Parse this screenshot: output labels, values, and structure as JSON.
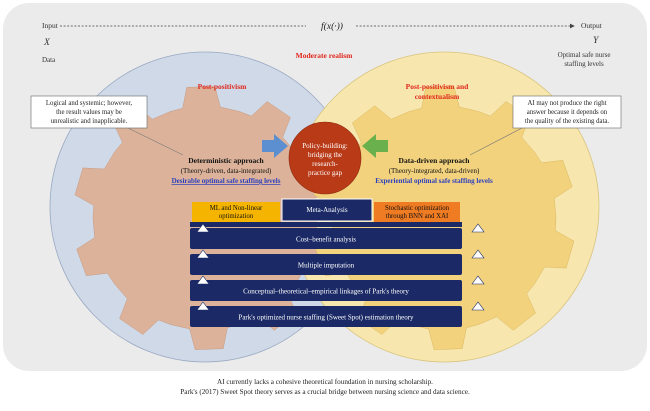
{
  "flow": {
    "input_label": "Input",
    "input_symbol": "X",
    "input_desc": "Data",
    "function_label": "f(x(·))",
    "output_label": "Output",
    "output_symbol": "Y",
    "output_desc_line1": "Optimal safe nurse",
    "output_desc_line2": "staffing levels"
  },
  "center_title": "Moderate realism",
  "left": {
    "paradigm": "Post-positivism",
    "note_line1": "Logical and systemic; however,",
    "note_line2": "the result values may be",
    "note_line3": "unrealistic and inapplicable.",
    "approach_title": "Deterministic approach",
    "approach_sub": "(Theory-driven, data-integrated)",
    "approach_levels": "Desirable optimal safe staffing levels"
  },
  "right": {
    "paradigm_line1": "Post-positivism and",
    "paradigm_line2": "contextualism",
    "note_line1": "AI may not produce the right",
    "note_line2": "answer because it depends on",
    "note_line3": "the quality of the existing data.",
    "approach_title": "Data-driven approach",
    "approach_sub": "(Theory-integrated, data-driven)",
    "approach_levels": "Experiential optimal safe staffing levels"
  },
  "policy": {
    "line1": "Policy-building:",
    "line2": "bridging the",
    "line3": "research-",
    "line4": "practice gap"
  },
  "methods": {
    "ml_line1": "ML and Non-linear",
    "ml_line2": "optimization",
    "meta": "Meta-Analysis",
    "stoch_line1": "Stochastic optimization",
    "stoch_line2": "through BNN and XAI"
  },
  "bars": [
    "Cost–benefit analysis",
    "Multiple imputation",
    "Conceptual–theoretical–empirical linkages of Park's theory",
    "Park's optimized nurse staffing (Sweet Spot) estimation theory"
  ],
  "footer": {
    "line1": "AI currently lacks a cohesive theoretical foundation in nursing scholarship.",
    "line2": "Park's (2017) Sweet Spot theory serves as a crucial bridge between nursing science and data science."
  },
  "colors": {
    "background_panel": "#ebebeb",
    "left_circle": "#cfd9e8",
    "right_circle": "#f7e7ae",
    "left_gear": "#dcb39a",
    "right_gear": "#f2d27d",
    "policy_circle": "#b83a17",
    "navy_bar": "#1b2a66",
    "ml_box": "#f5b400",
    "stoch_box": "#ef7b22",
    "blue_arrow": "#5b8fd0",
    "green_arrow": "#6ab04c",
    "red_title": "#e0261c",
    "blue_link": "#2b3fbf"
  }
}
